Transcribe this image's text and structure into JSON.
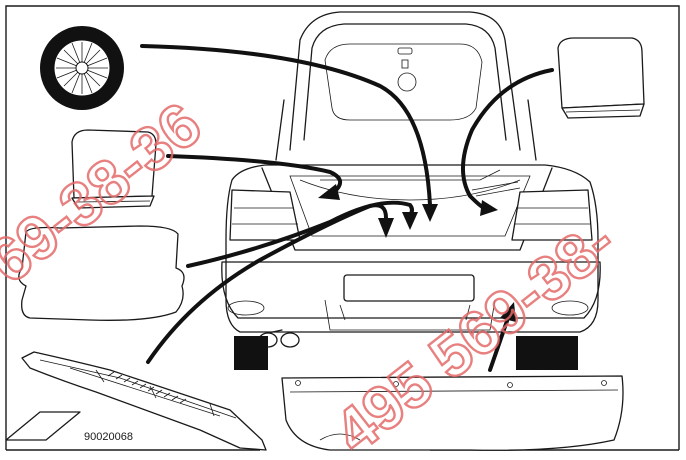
{
  "figure": {
    "id_label": "90020068",
    "watermark_left": "69-38-36",
    "watermark_right": "495 569-38-",
    "watermark_color": "#e46a6a",
    "line_color": "#1a1a1a"
  }
}
